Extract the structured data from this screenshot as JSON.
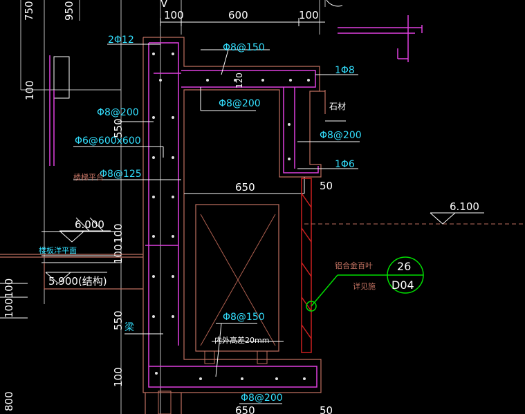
{
  "dims_top": {
    "left": "100",
    "mid": "600",
    "right": "100"
  },
  "dims_vertical": {
    "v750": "750",
    "v950": "950",
    "v100a": "100",
    "v550a": "550",
    "v100b": "100",
    "v100c": "100",
    "v550b": "550",
    "v100d": "100",
    "v100100": "100100",
    "v800": "800"
  },
  "dims_horizontal": {
    "w650a": "650",
    "w50a": "50",
    "w650b": "650",
    "w50b": "50",
    "w120": "120"
  },
  "axis_label": "V",
  "levels": {
    "level_6000": "6.000",
    "level_6100": "6.100",
    "level_5900": "5.900(结构)"
  },
  "rebar": {
    "r_2phi12": "2Φ12",
    "r_phi8_150_top": "Φ8@150",
    "r_1phi8": "1Φ8",
    "r_phi8_200_a": "Φ8@200",
    "r_phi8_200_b": "Φ8@200",
    "r_phi8_200_c": "Φ8@200",
    "r_phi6_600": "Φ6@600x600",
    "r_phi8_125": "Φ8@125",
    "r_1phi6": "1Φ6",
    "r_phi8_150_bot": "Φ8@150",
    "r_phi8_200_bot": "Φ8@200",
    "r_landing": "楼板洋平面"
  },
  "notes": {
    "n_stone": "石材",
    "n_platform": "楼梯平台",
    "n_beam": "梁",
    "n_height": "内外高差20mm",
    "n_alu1": "铝合金百叶",
    "n_alu2": "详见施"
  },
  "detail_callout": {
    "number": "26",
    "sheet": "D04"
  },
  "colors": {
    "background": "#000000",
    "magenta": "#e040e0",
    "white": "#ffffff",
    "cyan": "#33e0ff",
    "brown": "#c07060",
    "green": "#00e000",
    "red": "#cc2020"
  }
}
